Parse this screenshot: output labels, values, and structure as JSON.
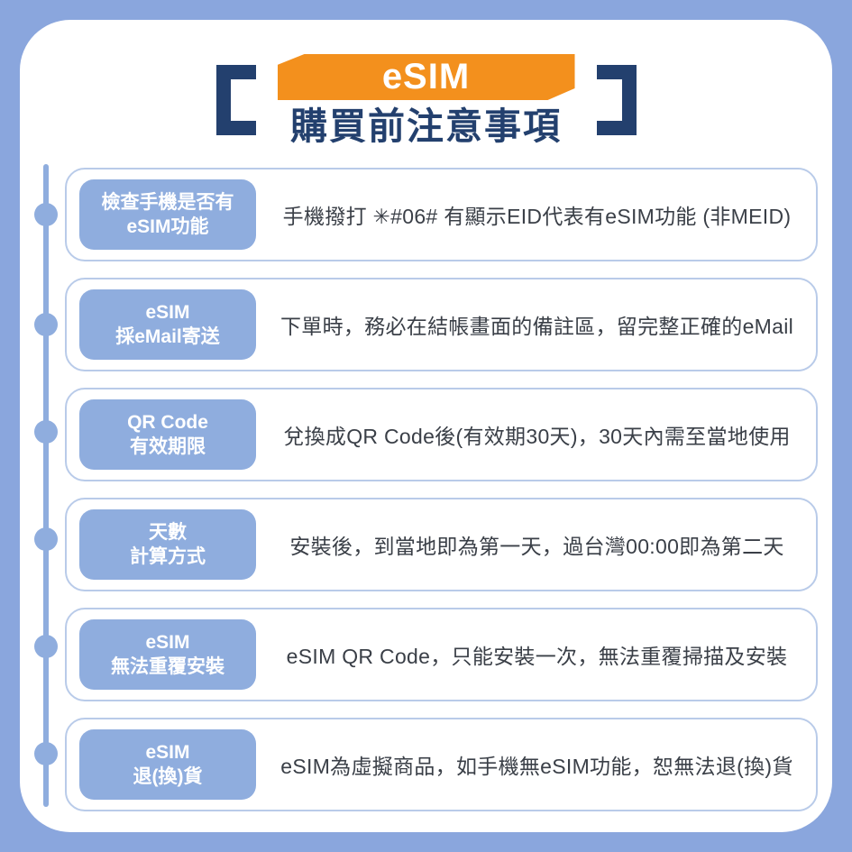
{
  "page": {
    "background_color": "#8aa6dd",
    "panel_color": "#ffffff"
  },
  "header": {
    "bracket_color": "#23406e",
    "banner_color": "#f3901d",
    "banner_text": "eSIM",
    "subtitle": "購買前注意事項"
  },
  "timeline": {
    "line_color": "#8fadde",
    "dot_count": 6
  },
  "rows": [
    {
      "label_line1": "檢查手機是否有",
      "label_line2": "eSIM功能",
      "text": "手機撥打 ✳#06# 有顯示EID代表有eSIM功能 (非MEID)"
    },
    {
      "label_line1": "eSIM",
      "label_line2": "採eMail寄送",
      "text": "下單時，務必在結帳畫面的備註區，留完整正確的eMail"
    },
    {
      "label_line1": "QR Code",
      "label_line2": "有效期限",
      "text": "兌換成QR Code後(有效期30天)，30天內需至當地使用"
    },
    {
      "label_line1": "天數",
      "label_line2": "計算方式",
      "text": "安裝後，到當地即為第一天，過台灣00:00即為第二天"
    },
    {
      "label_line1": "eSIM",
      "label_line2": "無法重覆安裝",
      "text": "eSIM QR Code，只能安裝一次，無法重覆掃描及安裝"
    },
    {
      "label_line1": "eSIM",
      "label_line2": "退(換)貨",
      "text": "eSIM為虛擬商品，如手機無eSIM功能，恕無法退(換)貨"
    }
  ],
  "colors": {
    "accent_blue": "#8fadde",
    "navy": "#23406e",
    "orange": "#f3901d",
    "card_border": "#b9cbe9",
    "body_text": "#3a3f47"
  }
}
